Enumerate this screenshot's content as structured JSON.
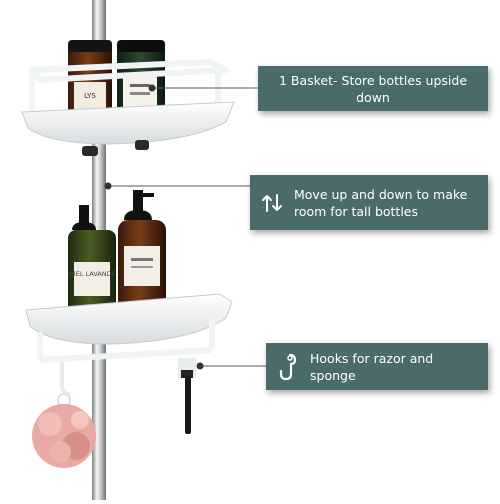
{
  "image": {
    "description_objects": [
      "chrome tension pole",
      "upper basket",
      "lower basket",
      "bottles",
      "towel bar",
      "hooks",
      "razor",
      "bath sponge"
    ]
  },
  "callouts": [
    {
      "text": "1 Basket- Store bottles upside down",
      "icon": null
    },
    {
      "text": "Move up and down to make room for tall bottles",
      "icon": "up-down-arrows-icon"
    },
    {
      "text": "Hooks for razor and sponge",
      "icon": "hook-icon"
    }
  ],
  "bottle_labels": {
    "upper_left": "LYS",
    "lower_left": "MIEL LAVANDE"
  },
  "colors": {
    "callout_bg": "#4a6b6a",
    "callout_text": "#ffffff",
    "pole": "#b9bcbf",
    "basket": "#eef1f2",
    "sponge": "#e9a9a4"
  }
}
